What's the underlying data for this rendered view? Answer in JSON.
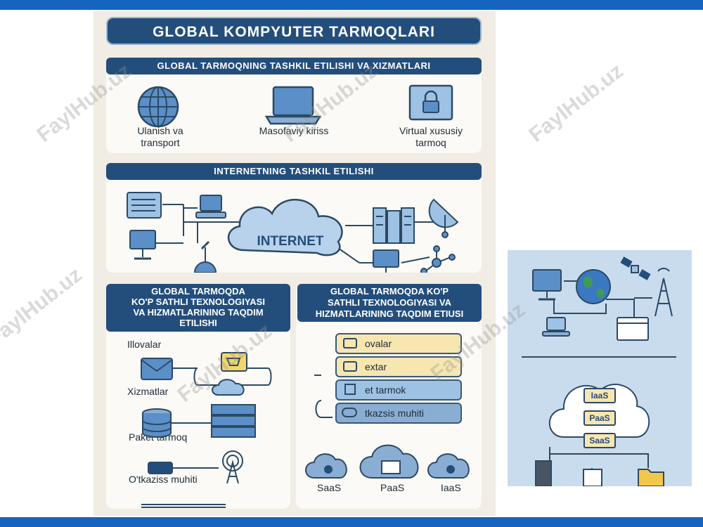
{
  "title": "GLOBAL KOMPYUTER TARMOQLARI",
  "section1": {
    "title": "GLOBAL TARMOQNING TASHKIL ETILISHI VA XIZMATLARI",
    "items": [
      {
        "label_line1": "Ulanish va",
        "label_line2": "transport",
        "icon": "globe-icon"
      },
      {
        "label_line1": "Masofaviy kiriss",
        "label_line2": "",
        "icon": "laptop-icon"
      },
      {
        "label_line1": "Virtual xususiy",
        "label_line2": "tarmoq",
        "icon": "lock-icon"
      }
    ]
  },
  "section2": {
    "title": "INTERNETNING TASHKIL ETILISHI",
    "cloud_label": "INTERNET"
  },
  "section3": {
    "title_lines": [
      "GLOBAL TARMOQDA",
      "KO'P SATHLI TEXNOLOGIYASI",
      "VA HIZMATLARINING TAQDIM",
      "ETILISHI"
    ],
    "labels": [
      "Illovalar",
      "Xizmatlar",
      "Paket tarmoq",
      "O'tkaziss muhiti"
    ]
  },
  "section4": {
    "title_lines": [
      "GLOBAL  TARMOQDA KO'P",
      "SATHLI TEXNOLOGIYASI VA",
      "HIZMATLARINING TAQDIM ETIUSI"
    ],
    "layers": [
      "ovalar",
      "extar",
      "et tarmok",
      "tkazsis muhiti"
    ],
    "clouds": [
      "SaaS",
      "PaaS",
      "IaaS"
    ]
  },
  "side": {
    "services": [
      "IaaS",
      "PaaS",
      "SaaS"
    ]
  },
  "watermark": "FaylHub.uz",
  "colors": {
    "accent": "#234e7c",
    "bar": "#1565c0",
    "icon": "#5b8fc7",
    "yellow": "#f7e6b0"
  }
}
